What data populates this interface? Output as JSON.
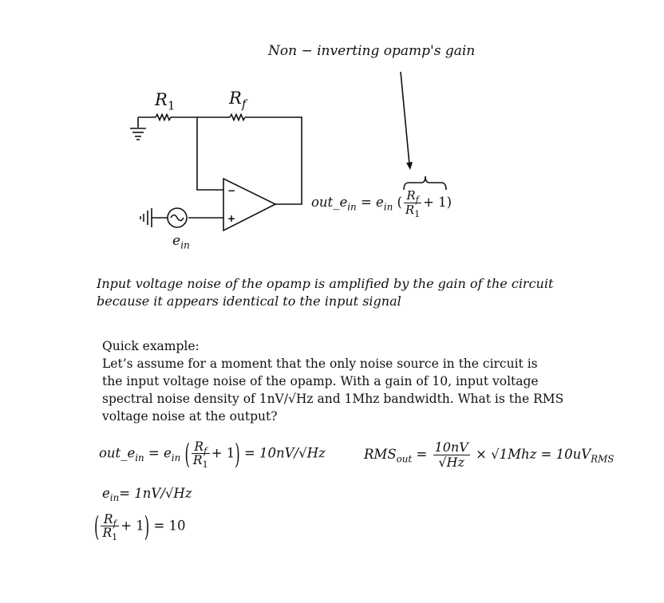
{
  "gain_title": "Non − inverting opamp's gain",
  "labels": {
    "r1": "R",
    "r1_sub": "1",
    "rf": "R",
    "rf_sub": "f",
    "ein": "e",
    "ein_sub": "in",
    "minus": "−",
    "plus": "+"
  },
  "formula_right": {
    "lhs": "out_e",
    "lhs_sub": "in",
    "eq": "=",
    "e": "e",
    "e_sub": "in",
    "open": "(",
    "num": "R",
    "num_sub": "f",
    "den": "R",
    "den_sub": "1",
    "tail": "+ 1)"
  },
  "noise_statement": [
    "Input voltage noise of the opamp is amplified by the gain of the circuit",
    "because it appears identical to the input signal"
  ],
  "example": {
    "heading": "Quick example:",
    "lines": [
      "Let’s assume for a moment that the only noise source in the circuit is",
      "the input voltage noise of the opamp. With a gain of 10, input voltage",
      "spectral noise density of 1nV/√Hz and 1Mhz bandwidth. What is the RMS",
      "voltage noise at the output?"
    ]
  },
  "eq1": {
    "lhs": "out_e",
    "lhs_sub": "in",
    "eq": "=",
    "e": "e",
    "e_sub": "in",
    "num": "R",
    "num_sub": "f",
    "den": "R",
    "den_sub": "1",
    "plus_one": "+ 1",
    "result": "= 10nV/√Hz"
  },
  "eq_rms": {
    "lhs": "RMS",
    "lhs_sub": "out",
    "eq": "=",
    "num": "10nV",
    "den": "√Hz",
    "times": "× √1Mhz = 10uV",
    "result_sub": "RMS"
  },
  "eq2": {
    "e": "e",
    "e_sub": "in",
    "rhs": "= 1nV/√Hz"
  },
  "eq3": {
    "num": "R",
    "num_sub": "f",
    "den": "R",
    "den_sub": "1",
    "plus_one": "+ 1",
    "result": "= 10"
  },
  "colors": {
    "ink": "#111111",
    "background": "#ffffff"
  }
}
